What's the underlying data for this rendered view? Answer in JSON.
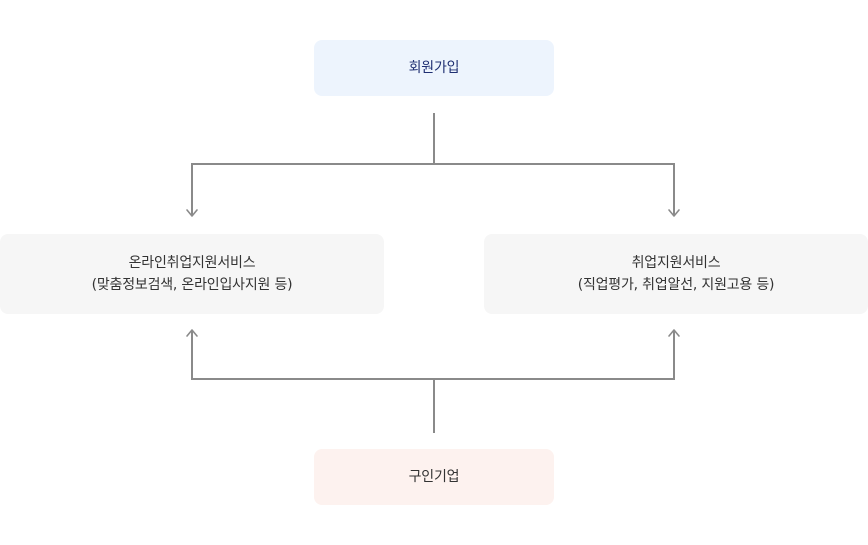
{
  "nodes": {
    "signup": {
      "label": "회원가입"
    },
    "online_service": {
      "title": "온라인취업지원서비스",
      "detail": "(맞춤정보검색, 온라인입사지원 등)"
    },
    "employment_service": {
      "title": "취업지원서비스",
      "detail": "(직업평가, 취업알선, 지원고용 등)"
    },
    "employer": {
      "label": "구인기업"
    }
  },
  "colors": {
    "signup_bg": "#edf4fd",
    "signup_text": "#1f2f72",
    "service_bg": "#f6f6f6",
    "employer_bg": "#fdf2ef",
    "connector": "#8a8a8a"
  }
}
